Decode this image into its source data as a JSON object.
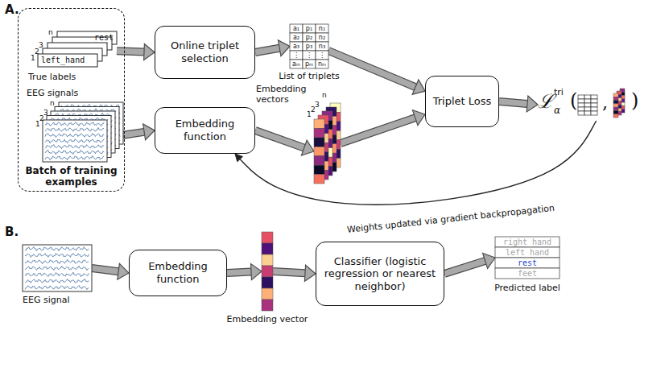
{
  "diagram": {
    "nodes": [
      {
        "text": [
          "Batch of training examples"
        ]
      },
      {
        "text": [
          "rest",
          "left_hand",
          "True labels"
        ],
        "in": 0
      },
      {
        "text": [
          "EEG signals"
        ],
        "in": 0
      },
      {
        "text": [
          "Online triplet selection"
        ]
      },
      {
        "text": [
          "Embedding function"
        ]
      },
      {
        "text": [
          "a₁",
          "p₁",
          "n₁",
          "a₂",
          "p₂",
          "n₂",
          "a₃",
          "p₃",
          "n₃",
          "⋮",
          "⋮",
          "⋮",
          "aₘ",
          "pₘ",
          "nₘ",
          "List of triplets"
        ]
      },
      {
        "text": [
          "Embedding vectors"
        ]
      },
      {
        "text": [
          "Triplet Loss"
        ]
      },
      {
        "text": [
          "ℒ",
          "tri",
          "α",
          "(",
          ",",
          ")"
        ]
      },
      {
        "text": [
          "EEG signal"
        ]
      },
      {
        "text": [
          "Embedding function"
        ]
      },
      {
        "text": [
          "Embedding vector"
        ]
      },
      {
        "text": [
          "Classifier (logistic regression or nearest neighbor)"
        ]
      },
      {
        "text": [
          "right_hand",
          "left_hand",
          "rest",
          "feet",
          "Predicted label"
        ]
      }
    ],
    "edges": [
      {
        "from": 1,
        "to": 3,
        "arrow": "to"
      },
      {
        "from": 2,
        "to": 4,
        "arrow": "to"
      },
      {
        "from": 3,
        "to": 5,
        "arrow": "to"
      },
      {
        "from": 4,
        "to": 6,
        "arrow": "to"
      },
      {
        "from": 5,
        "to": 7,
        "arrow": "to"
      },
      {
        "from": 6,
        "to": 7,
        "arrow": "to"
      },
      {
        "from": 7,
        "to": 8,
        "arrow": "to"
      },
      {
        "from": 8,
        "to": 4,
        "label": "Weights updated via gradient backpropagation",
        "arrow": "to"
      },
      {
        "from": 9,
        "to": 10,
        "arrow": "to"
      },
      {
        "from": 10,
        "to": 11,
        "arrow": "to"
      },
      {
        "from": 11,
        "to": 12,
        "arrow": "to"
      },
      {
        "from": 12,
        "to": 13,
        "arrow": "to"
      }
    ],
    "labels": [
      "A.",
      "1",
      "2",
      "3",
      "n",
      "1",
      "2",
      "3",
      "n",
      "1",
      "2",
      "3",
      "n",
      "B."
    ]
  }
}
